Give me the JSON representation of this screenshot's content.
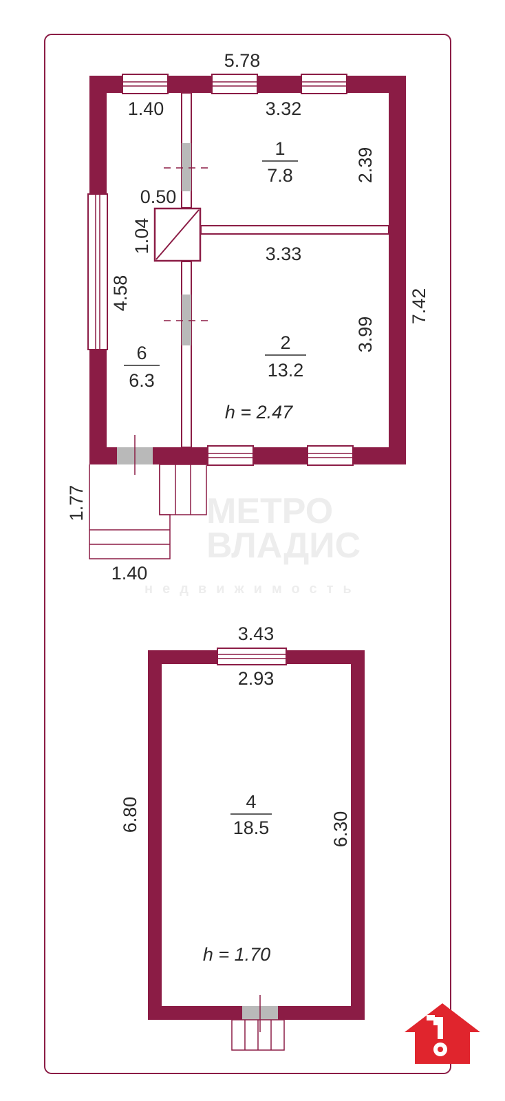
{
  "colors": {
    "wall": "#8b1c45",
    "outline": "#8b1c45",
    "door": "#b9b9b9",
    "logo": "#e0252d",
    "text": "#2a2a2a"
  },
  "house": {
    "top_length": "5.78",
    "top_left_segment": "1.40",
    "top_inner_segment": "3.32",
    "right_length": "7.42",
    "left_window_length": "4.58",
    "room1_height": "2.39",
    "room2_height": "3.99",
    "partition_length": "3.33",
    "stove_width": "0.50",
    "stove_length": "1.04",
    "ceiling_height": "h = 2.47"
  },
  "rooms": [
    {
      "number": "1",
      "area": "7.8"
    },
    {
      "number": "2",
      "area": "13.2"
    },
    {
      "number": "6",
      "area": "6.3"
    },
    {
      "number": "4",
      "area": "18.5"
    }
  ],
  "porch": {
    "height": "1.77",
    "width": "1.40"
  },
  "outbuilding": {
    "outer_width": "3.43",
    "inner_width": "2.93",
    "left_length": "6.80",
    "right_length": "6.30",
    "ceiling_height": "h = 1.70"
  },
  "watermark": {
    "line1": "МЕТРО",
    "line2": "ВЛАДИС",
    "line3": "недвижимость"
  },
  "icons": {
    "logo": "house-key-icon"
  }
}
